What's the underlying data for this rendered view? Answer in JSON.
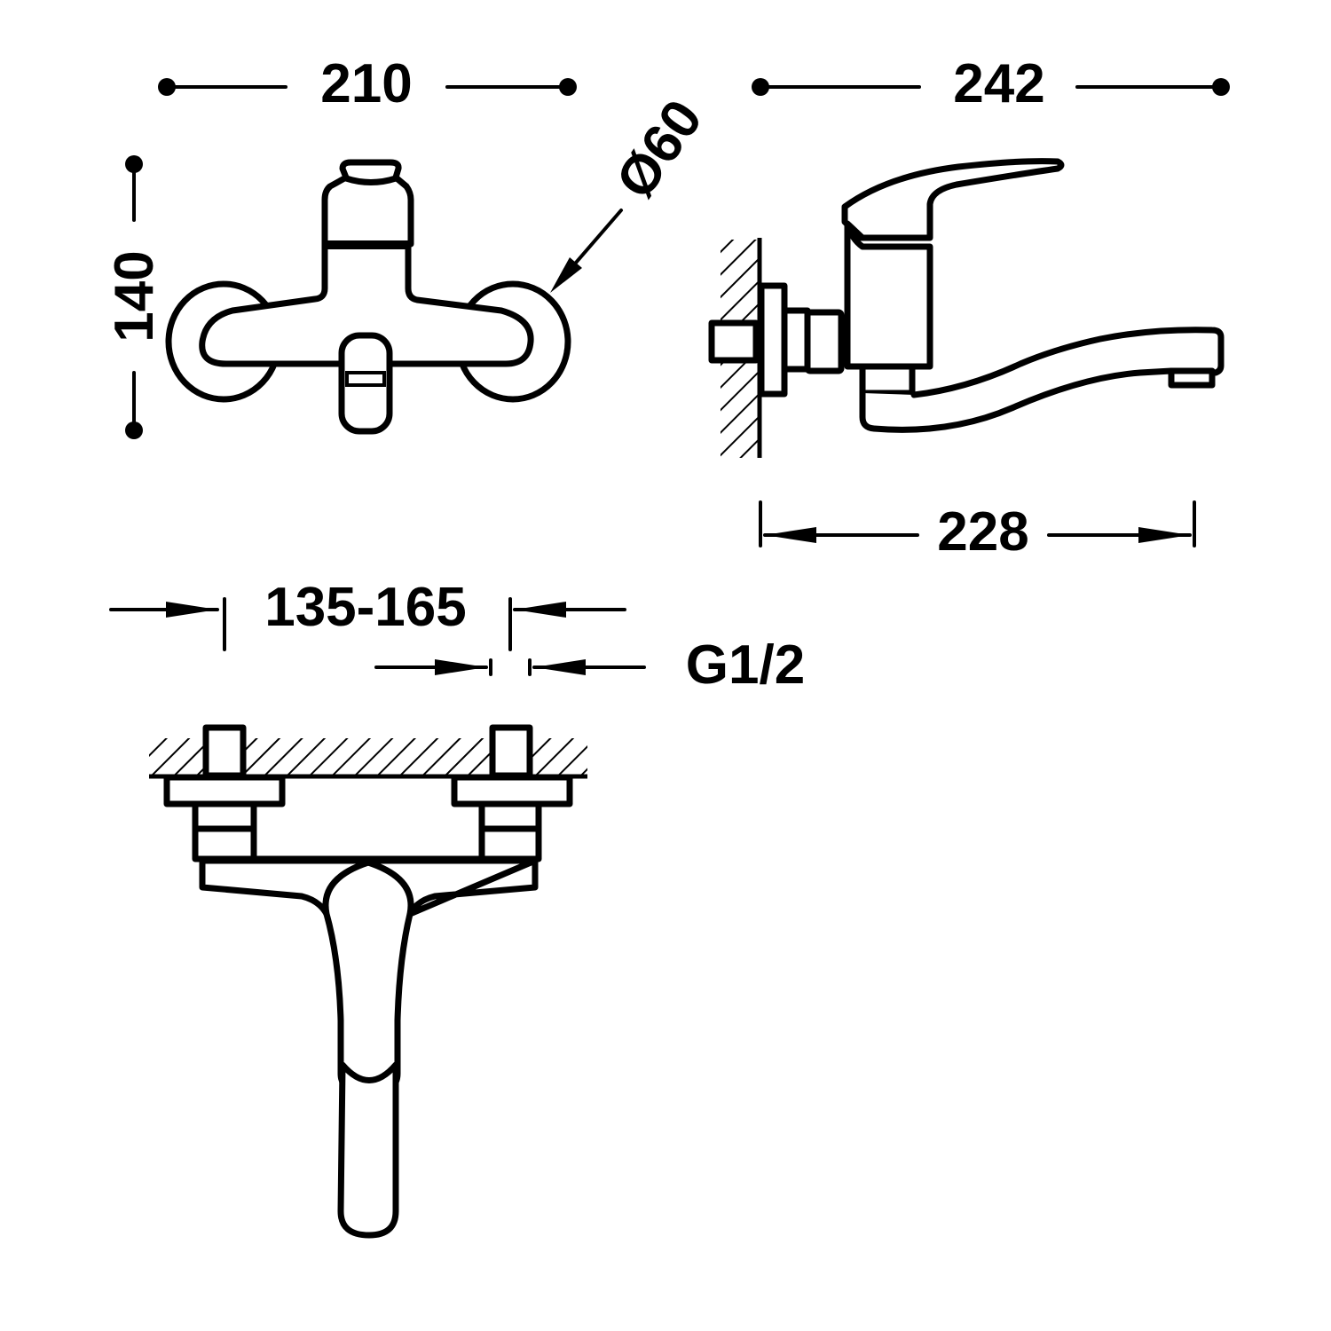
{
  "drawing": {
    "colors": {
      "line": "#000000",
      "background": "#ffffff"
    },
    "front_view": {
      "width_label": "210",
      "height_label": "140",
      "diameter_label": "Ø60"
    },
    "side_view": {
      "overall_length_label": "242",
      "spout_reach_label": "228"
    },
    "top_view": {
      "centers_label": "135-165",
      "thread_label": "G1/2"
    }
  }
}
